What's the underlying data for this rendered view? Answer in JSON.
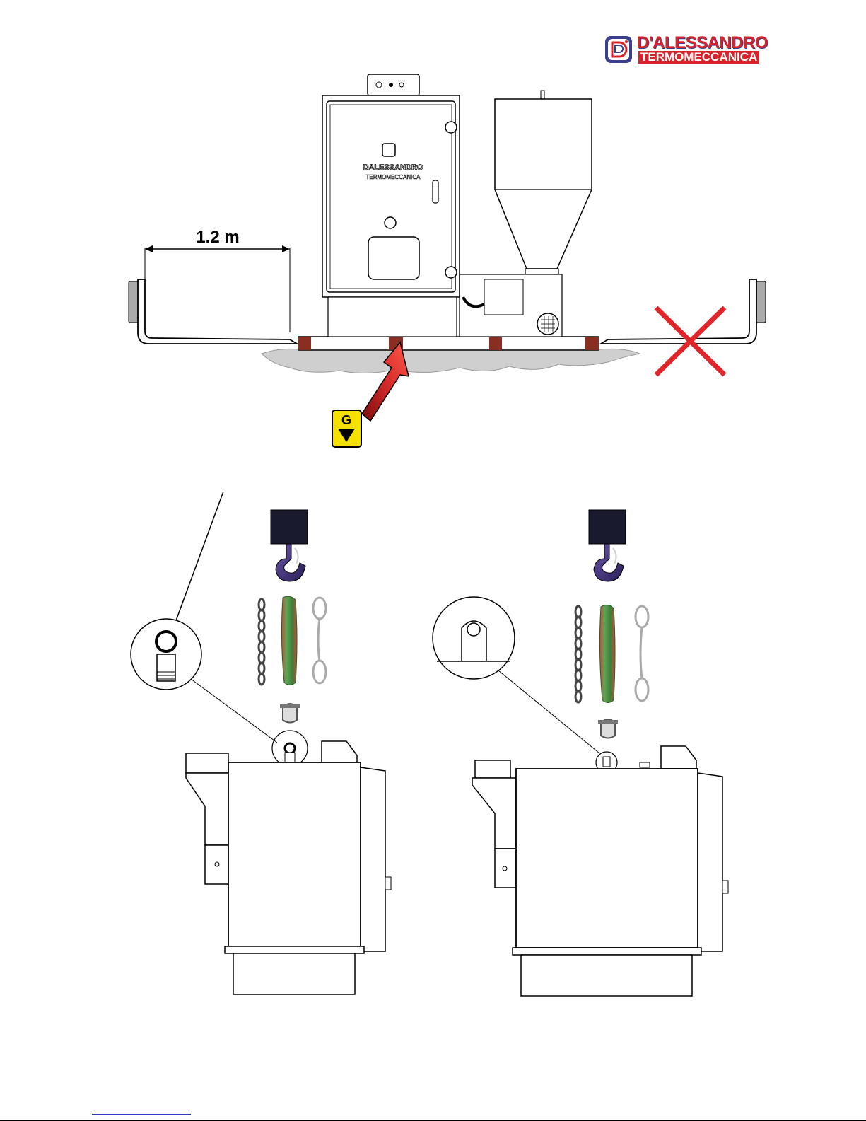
{
  "brand": {
    "name_line1": "D'ALESSANDRO",
    "name_line2": "TERMOMECCANICA",
    "boiler_text_line1": "DALESSANDRO",
    "boiler_text_line2": "TERMOMECCANICA",
    "red": "#d8232a",
    "blue": "#3a3f8f"
  },
  "forklift": {
    "distance_label": "1.2 m",
    "center_of_gravity_label": "G",
    "wrong_mark": "cross-icon"
  },
  "colors": {
    "pallet_wood": "#8b2e22",
    "arrow_red": "#cc1f1f",
    "g_badge": "#f5e000",
    "sling_green": "#4e8f46",
    "hook_purple": "#4a2f7a",
    "ground": "#cfcfcf",
    "cross_red": "#e0262a"
  }
}
